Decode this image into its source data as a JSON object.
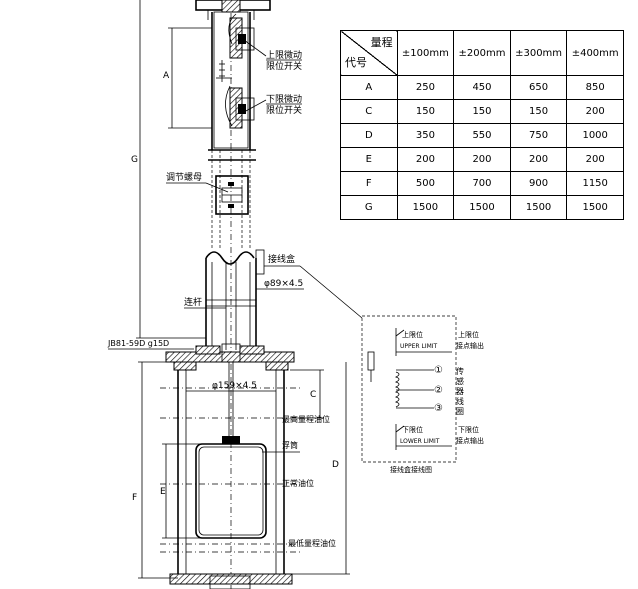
{
  "labels": {
    "upper_limit_switch": [
      "上限微动",
      "限位开关"
    ],
    "lower_limit_switch": [
      "下限微动",
      "限位开关"
    ],
    "adjust_nut": "调节螺母",
    "junction_box": "接线盒",
    "pipe_spec": "φ89×4.5",
    "connecting_rod": "连杆",
    "flange": "JB81-59D g15D",
    "float_chamber": "φ159×4.5",
    "max_level": "最高量程油位",
    "float": "浮筒",
    "normal_level": "正常油位",
    "min_level": "最低量程油位",
    "wiring_title": "接线盒接线图",
    "wiring_upper_left": [
      "上限位",
      "UPPER LIMIT"
    ],
    "wiring_upper_right": [
      "上限位",
      "接点输出"
    ],
    "wiring_lower_left": [
      "下限位",
      "LOWER LIMIT"
    ],
    "wiring_lower_right": [
      "下限位",
      "接点输出"
    ],
    "wiring_sensor": [
      "传",
      "感",
      "器",
      "线",
      "圈"
    ],
    "wiring_terminals": [
      "①",
      "②",
      "③"
    ],
    "dim_A": "A",
    "dim_G": "G",
    "dim_C": "C",
    "dim_D": "D",
    "dim_E": "E",
    "dim_F": "F"
  },
  "table": {
    "corner_top": "量程",
    "corner_bottom": "代号",
    "columns": [
      "±100mm",
      "±200mm",
      "±300mm",
      "±400mm"
    ],
    "rows": [
      {
        "code": "A",
        "values": [
          "250",
          "450",
          "650",
          "850"
        ]
      },
      {
        "code": "C",
        "values": [
          "150",
          "150",
          "150",
          "200"
        ]
      },
      {
        "code": "D",
        "values": [
          "350",
          "550",
          "750",
          "1000"
        ]
      },
      {
        "code": "E",
        "values": [
          "200",
          "200",
          "200",
          "200"
        ]
      },
      {
        "code": "F",
        "values": [
          "500",
          "700",
          "900",
          "1150"
        ]
      },
      {
        "code": "G",
        "values": [
          "1500",
          "1500",
          "1500",
          "1500"
        ]
      }
    ]
  }
}
